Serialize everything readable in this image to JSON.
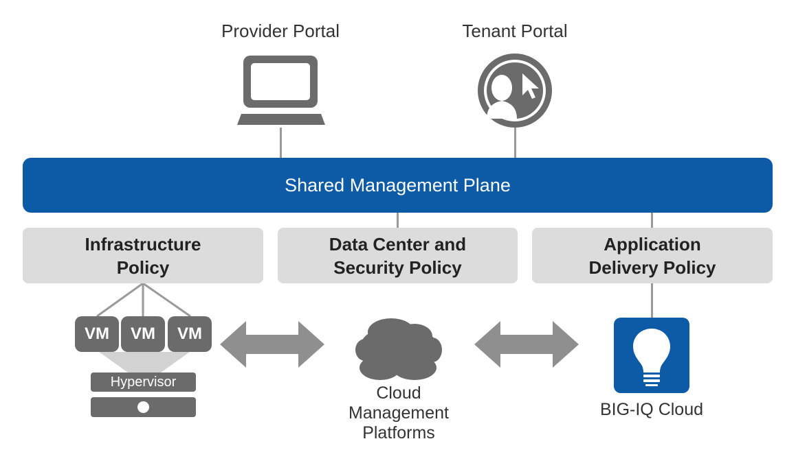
{
  "portals": {
    "provider_label": "Provider Portal",
    "tenant_label": "Tenant Portal"
  },
  "plane": {
    "label": "Shared Management Plane"
  },
  "policies": {
    "infrastructure": [
      "Infrastructure",
      "Policy"
    ],
    "datacenter": [
      "Data Center and",
      "Security Policy"
    ],
    "application": [
      "Application",
      "Delivery Policy"
    ]
  },
  "vms": [
    "VM",
    "VM",
    "VM"
  ],
  "hypervisor": {
    "label": "Hypervisor"
  },
  "cloud": {
    "label_lines": [
      "Cloud",
      "Management",
      "Platforms"
    ]
  },
  "bigiq": {
    "label": "BIG-IQ Cloud"
  },
  "colors": {
    "plane": "#0d5aa7",
    "policy_box": "#dcdcdc",
    "icon_gray": "#6b6b6b",
    "arrow_gray": "#8f8f8f",
    "bigiq_blue": "#0d5aa7"
  },
  "icons": [
    "laptop-icon",
    "user-cursor-icon",
    "cloud-icon",
    "lightbulb-icon",
    "double-arrow-icon"
  ]
}
